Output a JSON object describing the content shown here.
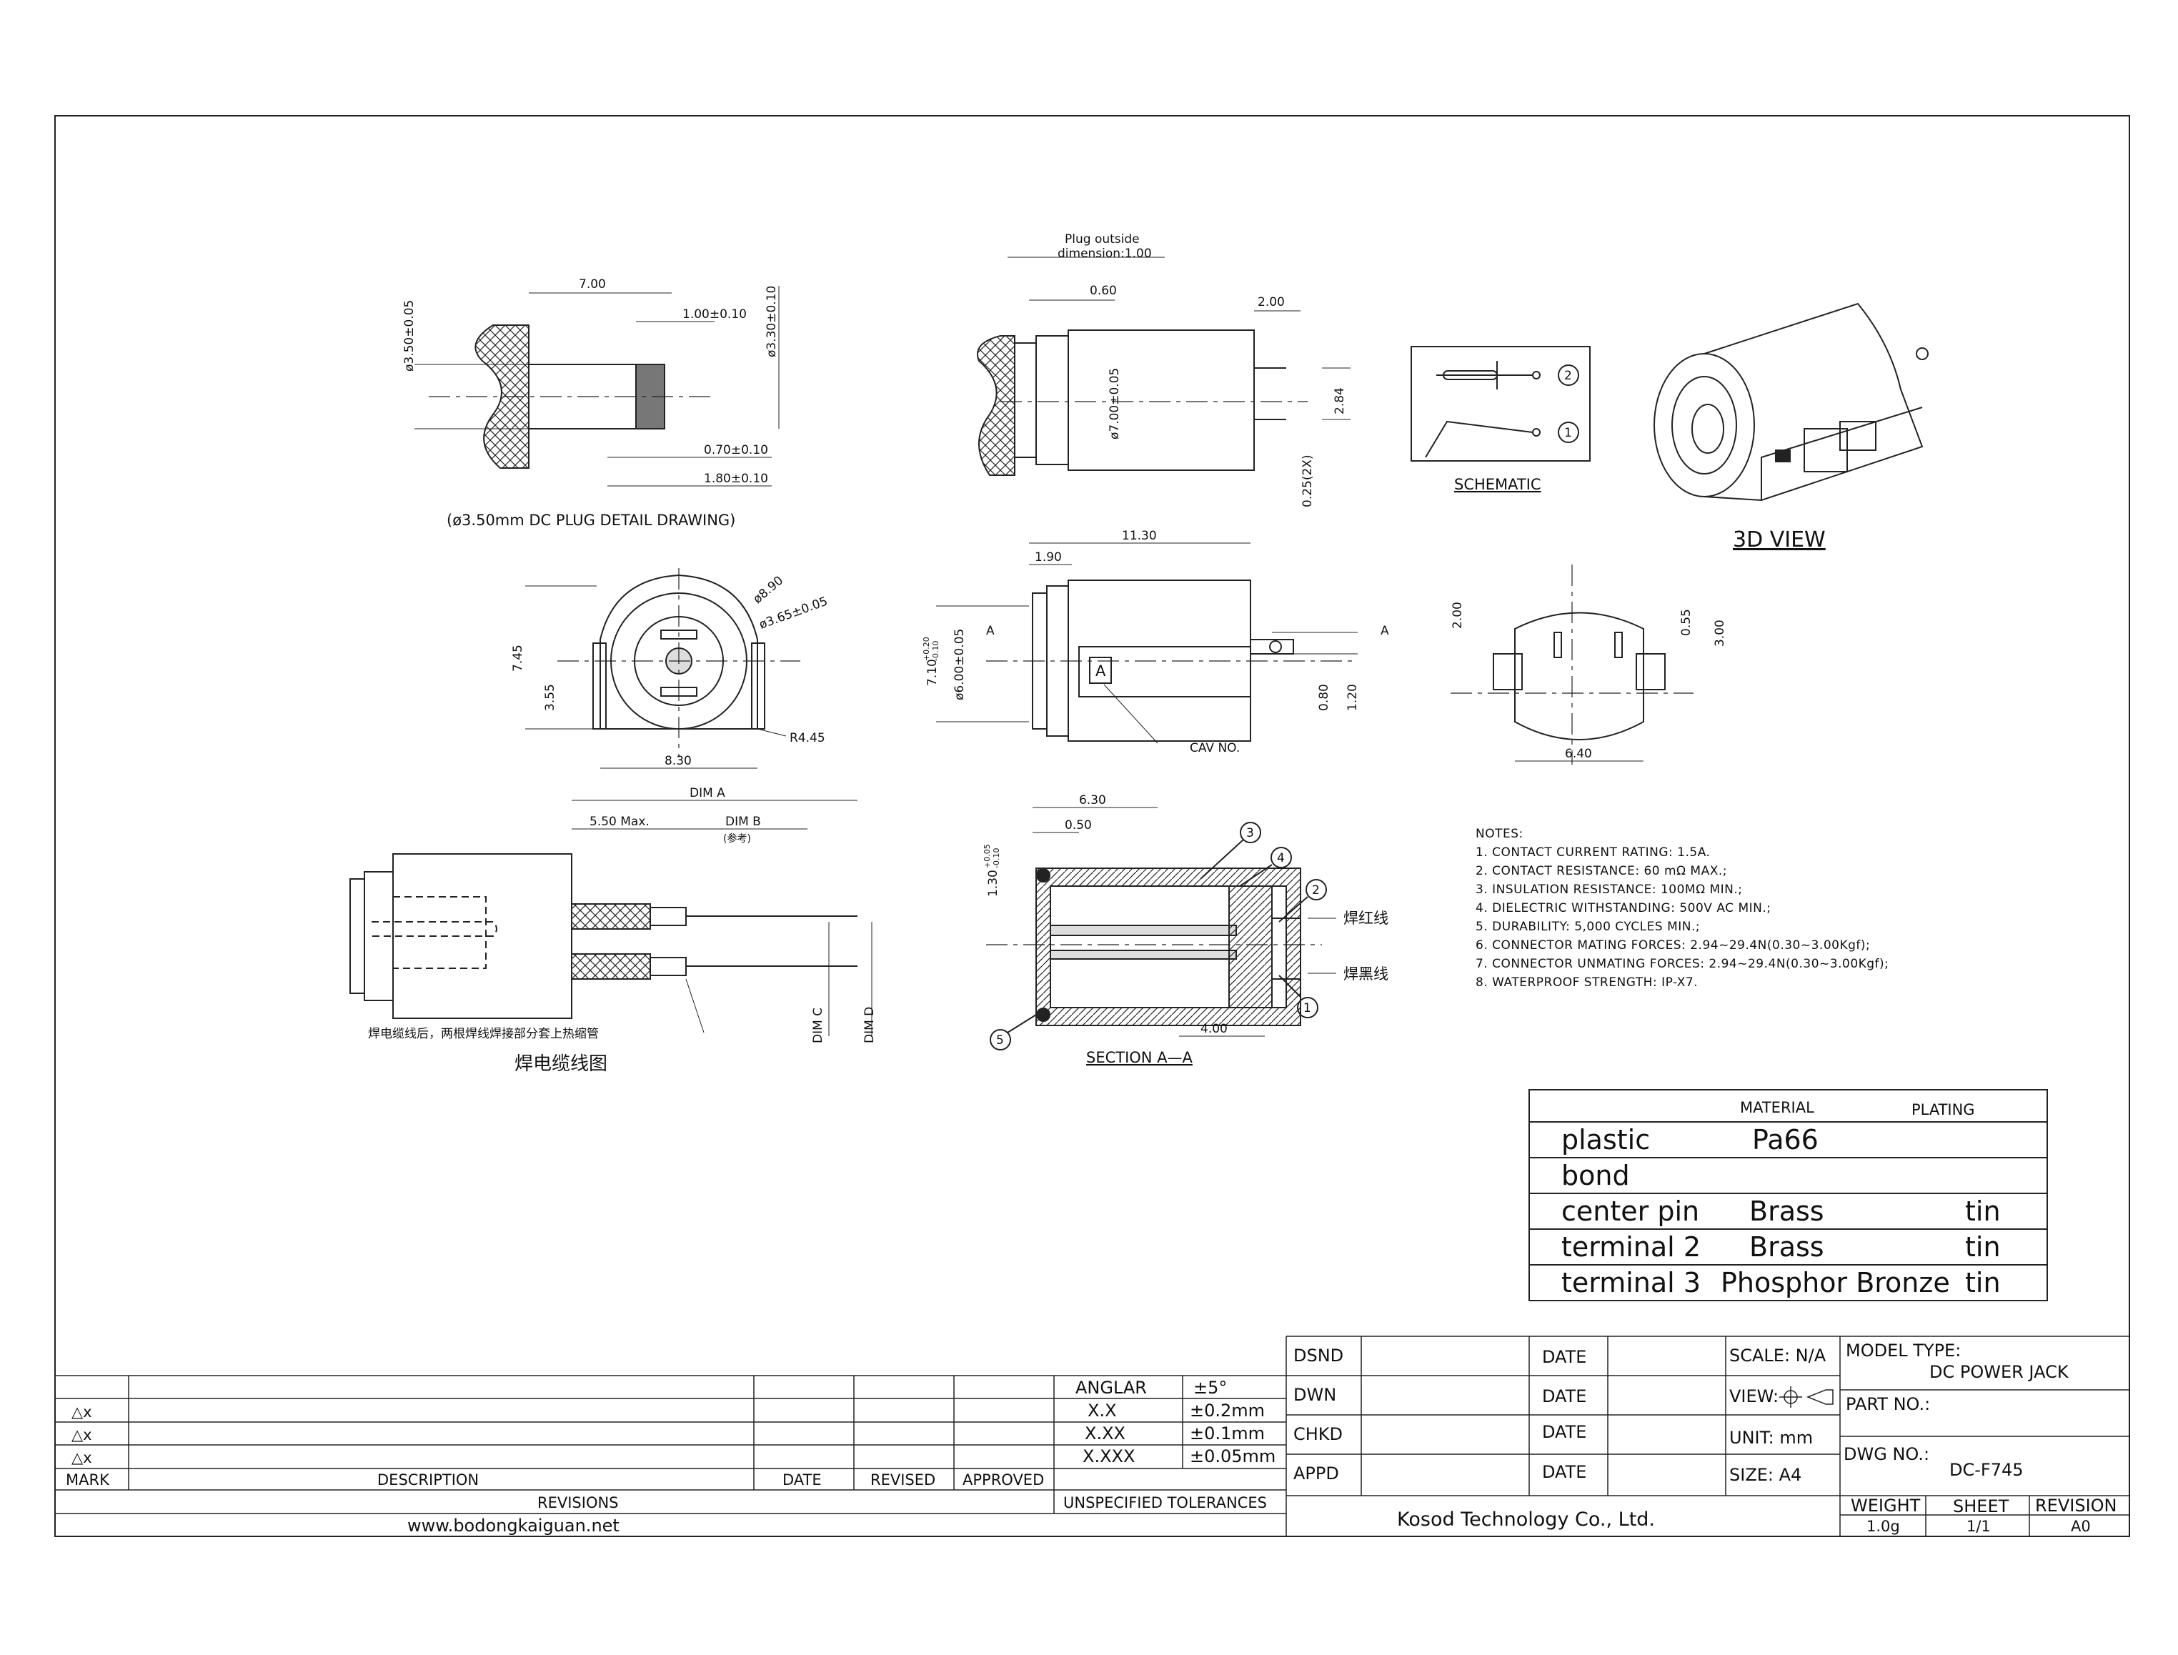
{
  "plug_detail": {
    "dims": [
      "ø3.50±0.05",
      "7.00",
      "1.00±0.10",
      "ø3.30±0.10",
      "0.70±0.10",
      "1.80±0.10"
    ],
    "caption": "(ø3.50mm DC PLUG DETAIL DRAWING)"
  },
  "side_view": {
    "dims": [
      "Plug outside",
      "dimension:1.00",
      "0.60",
      "2.00",
      "ø7.00±0.05",
      "2.84",
      "0.25(2X)"
    ]
  },
  "schematic": {
    "label": "SCHEMATIC",
    "pins": [
      "2",
      "1"
    ]
  },
  "view3d": {
    "label": "3D VIEW"
  },
  "front_view": {
    "dims": [
      "ø8.90",
      "ø3.65±0.05",
      "7.45",
      "3.55",
      "R4.45",
      "8.30"
    ]
  },
  "top_view": {
    "dims": [
      "11.30",
      "1.90",
      "7.10",
      "+0.20",
      "-0.10",
      "ø6.00±0.05",
      "0.80",
      "1.20"
    ],
    "cav_letter": "A",
    "cav_label": "CAV NO.",
    "section_marks": [
      "A",
      "A"
    ]
  },
  "rear_view": {
    "dims": [
      "2.00",
      "0.55",
      "3.00",
      "6.40"
    ]
  },
  "cable_view": {
    "dims": [
      "DIM A",
      "5.50 Max.",
      "DIM B",
      "(参考)",
      "DIM C",
      "DIM D"
    ],
    "note": "焊电缆线后，两根焊线焊接部分套上热缩管",
    "caption": "焊电缆线图"
  },
  "section_view": {
    "dims": [
      "6.30",
      "0.50",
      "1.30",
      "+0.05",
      "-0.10",
      "4.00"
    ],
    "callouts": [
      "3",
      "4",
      "2",
      "1",
      "5"
    ],
    "wire_labels": [
      "焊红线",
      "焊黑线"
    ],
    "label": "SECTION A—A"
  },
  "notes": {
    "title": "NOTES:",
    "items": [
      "1. CONTACT CURRENT RATING: 1.5A.",
      "2. CONTACT RESISTANCE: 60 mΩ MAX.;",
      "3. INSULATION RESISTANCE: 100MΩ MIN.;",
      "4. DIELECTRIC WITHSTANDING: 500V AC MIN.;",
      "5. DURABILITY: 5,000 CYCLES MIN.;",
      "6. CONNECTOR MATING FORCES: 2.94~29.4N(0.30~3.00Kgf);",
      "7. CONNECTOR UNMATING FORCES: 2.94~29.4N(0.30~3.00Kgf);",
      "8. WATERPROOF STRENGTH: IP-X7."
    ]
  },
  "material_table": {
    "headers": [
      "MATERIAL",
      "PLATING"
    ],
    "rows": [
      [
        "plastic",
        "Pa66",
        ""
      ],
      [
        "bond",
        "",
        ""
      ],
      [
        "center pin",
        "Brass",
        "tin"
      ],
      [
        "terminal 2",
        "Brass",
        "tin"
      ],
      [
        "terminal 3",
        "Phosphor Bronze",
        "tin"
      ]
    ]
  },
  "revisions": {
    "marks": [
      "△x",
      "△x",
      "△x"
    ],
    "headers": [
      "MARK",
      "DESCRIPTION",
      "DATE",
      "REVISED",
      "APPROVED"
    ],
    "footer": "REVISIONS",
    "website": "www.bodongkaiguan.net"
  },
  "tolerances": {
    "rows": [
      [
        "ANGLAR",
        "±5°"
      ],
      [
        "X.X",
        "±0.2mm"
      ],
      [
        "X.XX",
        "±0.1mm"
      ],
      [
        "X.XXX",
        "±0.05mm"
      ]
    ],
    "footer": "UNSPECIFIED TOLERANCES"
  },
  "title_block": {
    "roles": [
      "DSND",
      "DWN",
      "CHKD",
      "APPD"
    ],
    "date_label": "DATE",
    "scale": "SCALE: N/A",
    "view": "VIEW:",
    "unit": "UNIT: mm",
    "size": "SIZE: A4",
    "model_type_label": "MODEL TYPE:",
    "model_type": "DC POWER JACK",
    "part_no_label": "PART NO.:",
    "dwg_no_label": "DWG NO.:",
    "dwg_no": "DC-F745",
    "company": "Kosod Technology Co., Ltd.",
    "weight_label": "WEIGHT",
    "weight": "1.0g",
    "sheet_label": "SHEET",
    "sheet": "1/1",
    "revision_label": "REVISION",
    "revision": "A0"
  }
}
